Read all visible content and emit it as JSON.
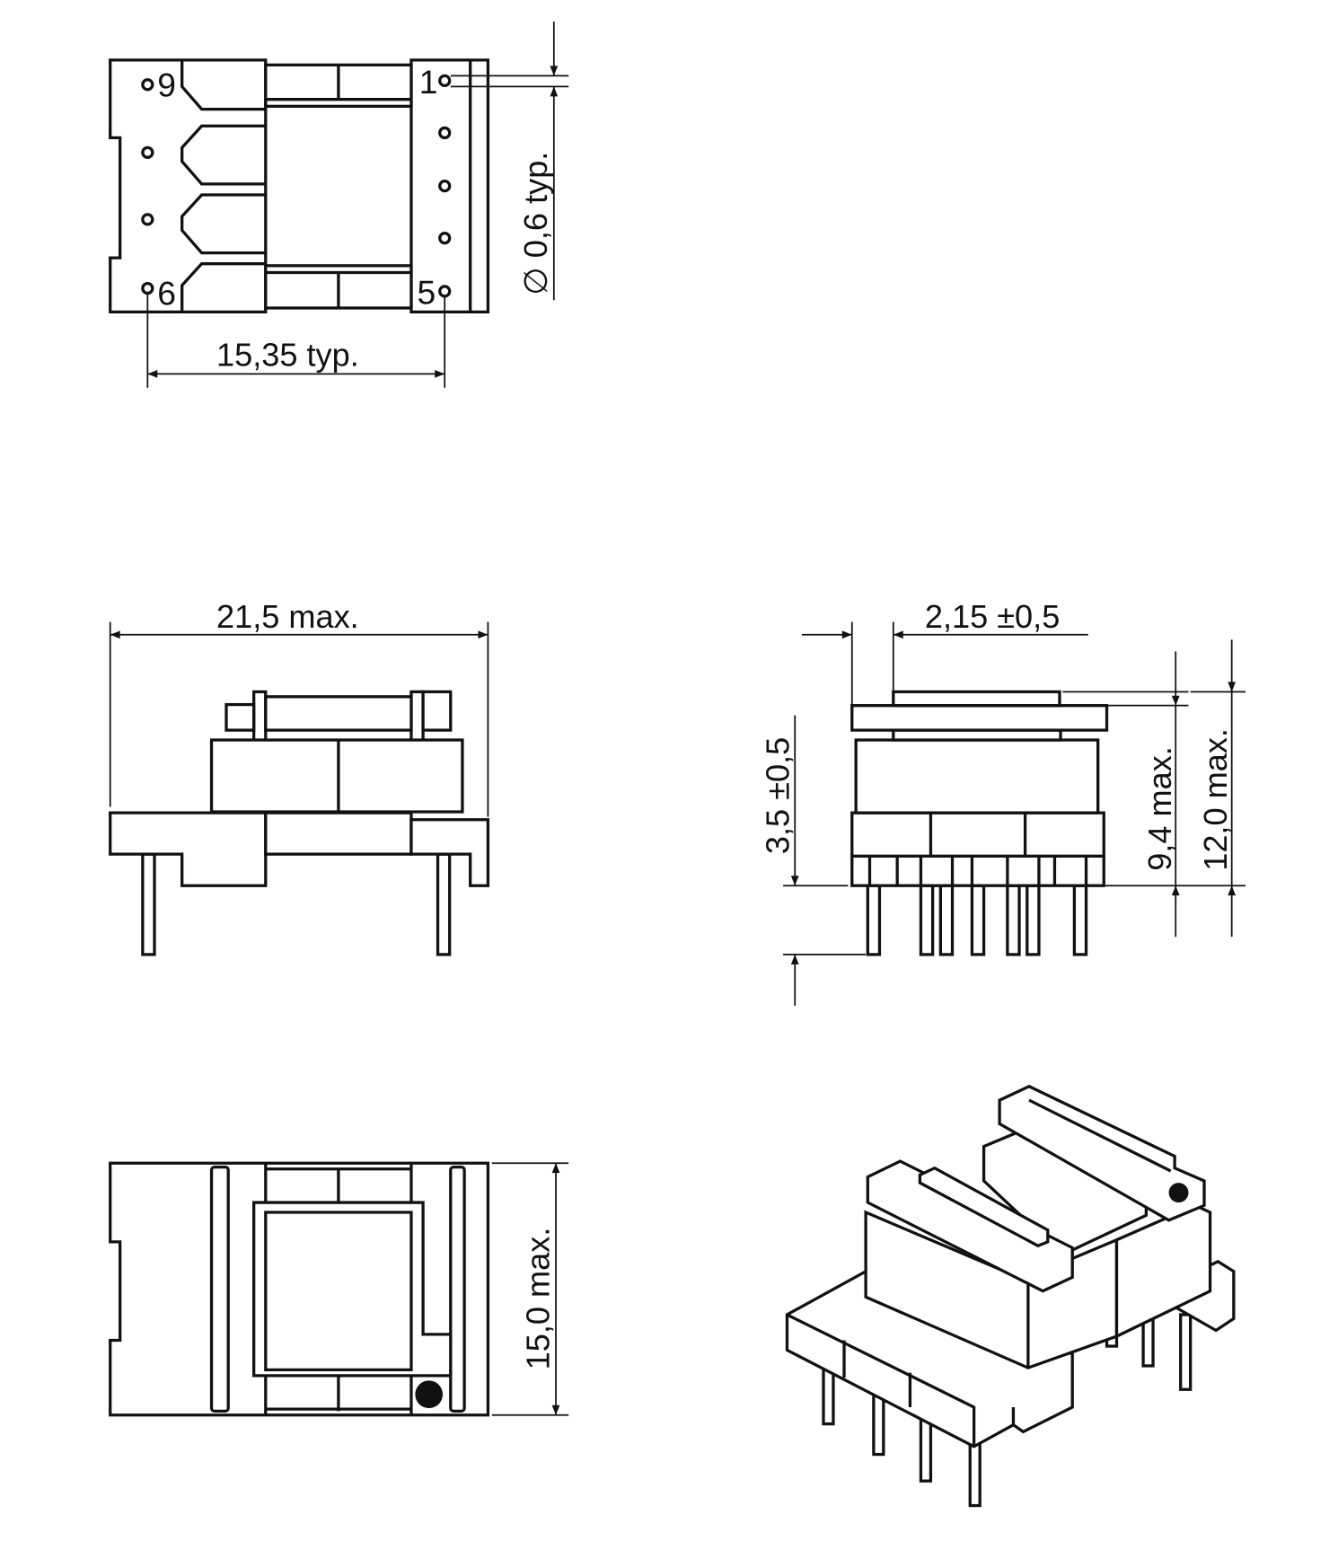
{
  "title": "Transformer dimension drawing",
  "top_view": {
    "pin_labels": {
      "pin9": "9",
      "pin6": "6",
      "pin1": "1",
      "pin5": "5"
    },
    "pitch_dimension": "15,35  typ.",
    "pin_diameter": "∅ 0,6  typ."
  },
  "side_view": {
    "width_dimension": "21,5  max."
  },
  "front_view": {
    "offset_dimension": "2,15 ±0,5",
    "pin_length_dimension": "3,5 ±0,5",
    "body_height_dimension": "9,4  max.",
    "total_height_dimension": "12,0  max."
  },
  "bottom_view": {
    "depth_dimension": "15,0  max."
  },
  "colors": {
    "line": "#111111",
    "background": "#ffffff"
  }
}
